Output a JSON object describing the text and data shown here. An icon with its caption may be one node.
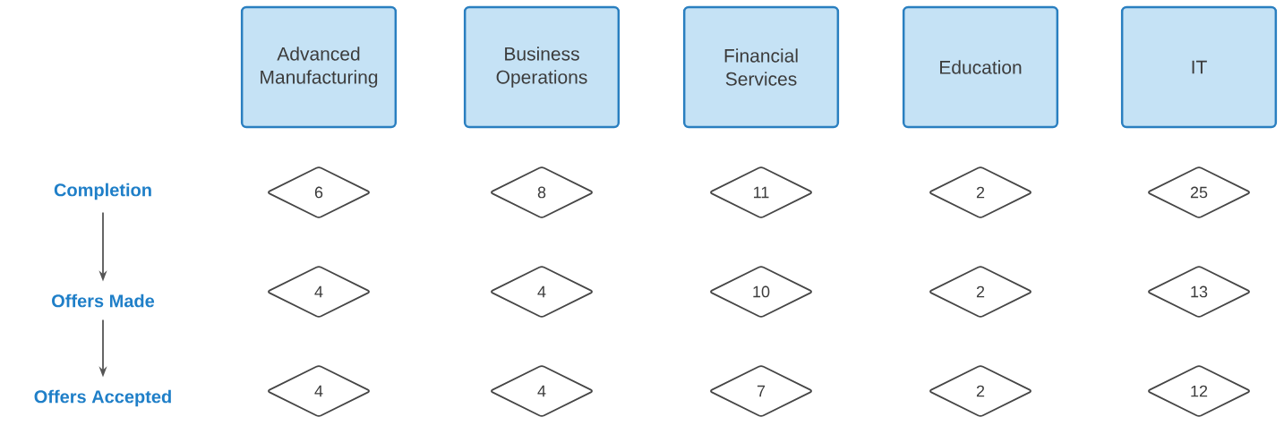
{
  "diagram": {
    "nodes": [
      {
        "text": [
          "Advanced Manufacturing"
        ]
      },
      {
        "text": [
          "Business Operations"
        ]
      },
      {
        "text": [
          "Financial Services"
        ]
      },
      {
        "text": [
          "Education"
        ]
      },
      {
        "text": [
          "IT"
        ]
      },
      {
        "text": [
          "Completion"
        ]
      },
      {
        "text": [
          "6"
        ]
      },
      {
        "text": [
          "8"
        ]
      },
      {
        "text": [
          "11"
        ]
      },
      {
        "text": [
          "2"
        ]
      },
      {
        "text": [
          "25"
        ]
      },
      {
        "text": [
          "Offers Made"
        ]
      },
      {
        "text": [
          "4"
        ]
      },
      {
        "text": [
          "4"
        ]
      },
      {
        "text": [
          "10"
        ]
      },
      {
        "text": [
          "2"
        ]
      },
      {
        "text": [
          "13"
        ]
      },
      {
        "text": [
          "Offers Accepted"
        ]
      },
      {
        "text": [
          "4"
        ]
      },
      {
        "text": [
          "4"
        ]
      },
      {
        "text": [
          "7"
        ]
      },
      {
        "text": [
          "2"
        ]
      },
      {
        "text": [
          "12"
        ]
      }
    ],
    "edges": [
      {
        "from": 5,
        "to": 11,
        "arrow": "to"
      },
      {
        "from": 11,
        "to": 17,
        "arrow": "to"
      }
    ]
  }
}
